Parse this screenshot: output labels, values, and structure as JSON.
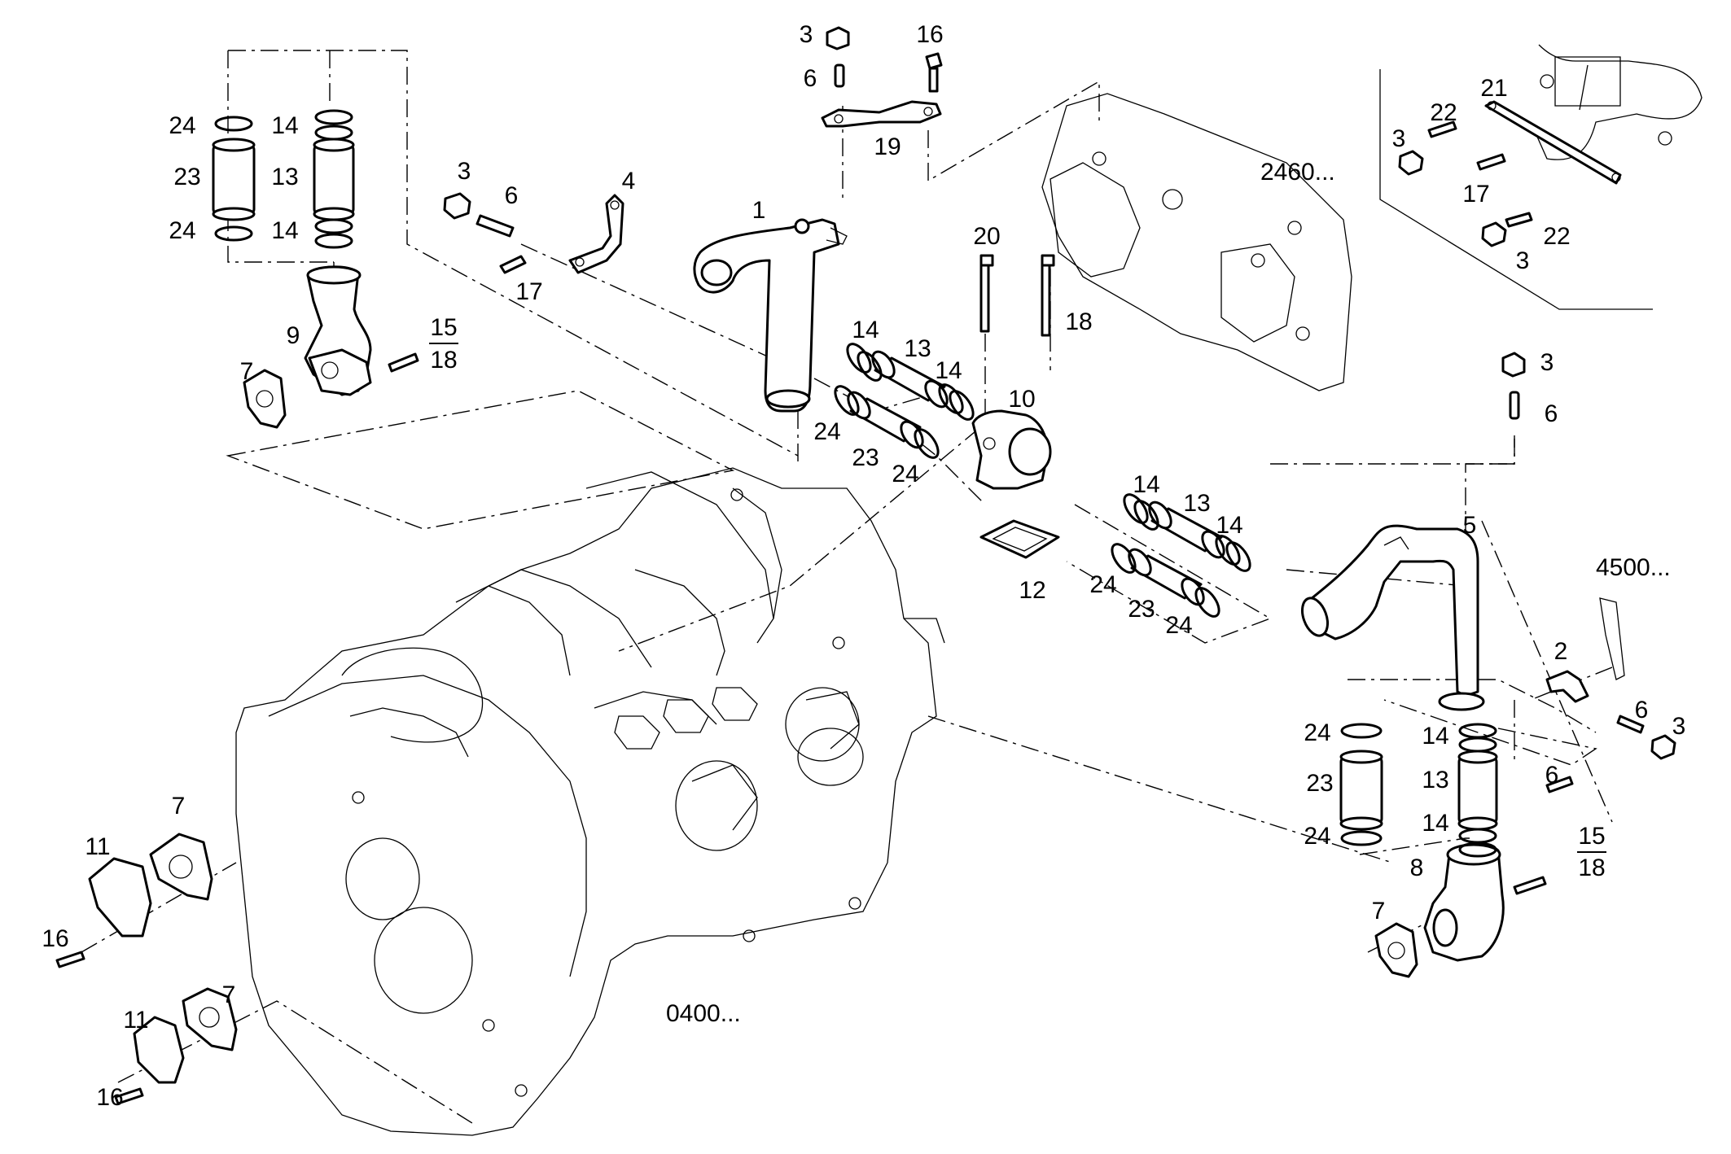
{
  "diagram": {
    "callouts": {
      "c1": "1",
      "c2": "2",
      "c3a": "3",
      "c3b": "3",
      "c3c": "3",
      "c3d": "3",
      "c3e": "3",
      "c3f": "3",
      "c4": "4",
      "c5": "5",
      "c6a": "6",
      "c6b": "6",
      "c6c": "6",
      "c6d": "6",
      "c6e": "6",
      "c7a": "7",
      "c7b": "7",
      "c7c": "7",
      "c7d": "7",
      "c8": "8",
      "c9": "9",
      "c10": "10",
      "c11a": "11",
      "c11b": "11",
      "c12": "12",
      "c13a": "13",
      "c13b": "13",
      "c13c": "13",
      "c13d": "13",
      "c14a": "14",
      "c14b": "14",
      "c14c": "14",
      "c14d": "14",
      "c14e": "14",
      "c14f": "14",
      "c14g": "14",
      "c14h": "14",
      "c16a": "16",
      "c16b": "16",
      "c16c": "16",
      "c17a": "17",
      "c17b": "17",
      "c18": "18",
      "c19": "19",
      "c20": "20",
      "c21": "21",
      "c22a": "22",
      "c22b": "22",
      "c23a": "23",
      "c23b": "23",
      "c23c": "23",
      "c23d": "23",
      "c24a": "24",
      "c24b": "24",
      "c24c": "24",
      "c24d": "24",
      "c24e": "24",
      "c24f": "24",
      "c24g": "24",
      "c24h": "24"
    },
    "fractions": {
      "f1_num": "15",
      "f1_den": "18",
      "f2_num": "15",
      "f2_den": "18"
    },
    "references": {
      "ref_2460": "2460...",
      "ref_4500": "4500...",
      "ref_0400": "0400..."
    }
  }
}
